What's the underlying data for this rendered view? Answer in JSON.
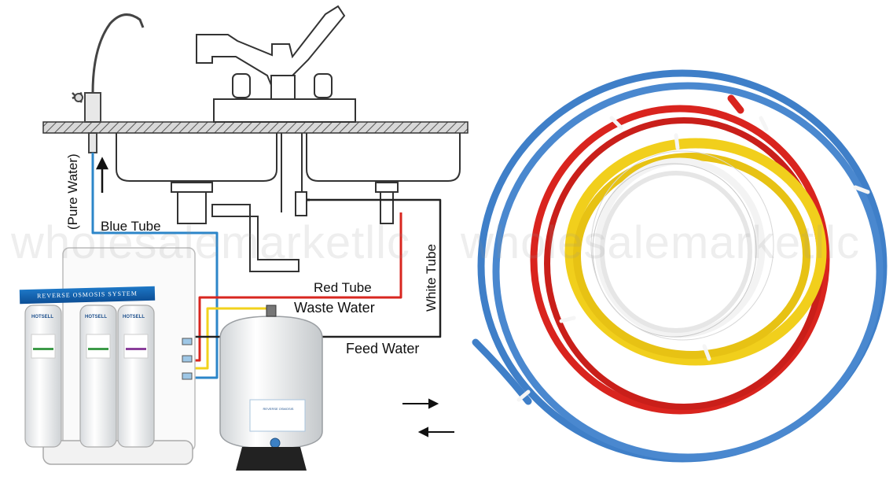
{
  "labels": {
    "pure_water": "(Pure Water)",
    "blue_tube": "Blue Tube",
    "red_tube": "Red Tube",
    "waste_water": "Waste Water",
    "white_tube": "White Tube",
    "feed_water": "Feed Water"
  },
  "watermark": {
    "left": "wholesalemarketllc",
    "right": "wholesalemarketllc"
  },
  "system_banner": "REVERSE OSMOSIS SYSTEM",
  "filter_brand": "HOTSELL",
  "tank_label": "REVERSE OSMOSIS",
  "colors": {
    "blue_tube": "#2c86c9",
    "red_tube": "#d8261f",
    "yellow_tube": "#f2d21c",
    "white_tube": "#f4f4f4",
    "line": "#222222",
    "coil_blue": "#3f7fc8",
    "coil_red": "#d9241e",
    "coil_yellow": "#f1cf1c"
  }
}
